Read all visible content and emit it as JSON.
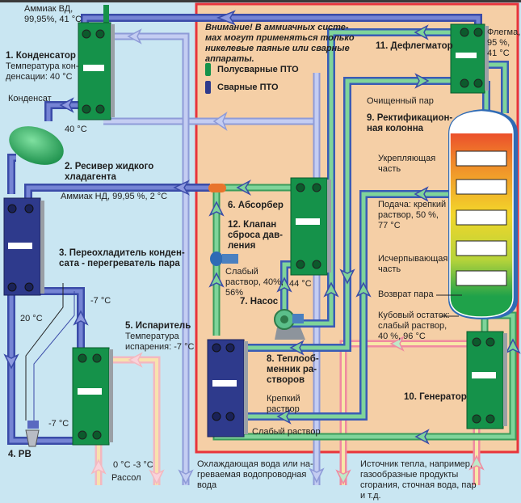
{
  "title": "Абсорбционная холодильная установка с пластинчатыми теплообменниками",
  "colors": {
    "background_outer": "#c9e6f2",
    "background_inner": "#f5cfa6",
    "border_red": "#e8343b",
    "phe_semi_welded": "#15924a",
    "phe_welded": "#2e3a8c",
    "pipe_ammonia": "#4a5bb5",
    "pipe_solution": "#5bbf8a",
    "pipe_water": "#b9c3ea",
    "pipe_heat": "#f6e3a6",
    "pipe_brine": "#f6cfb6",
    "valve_orange": "#e8742c"
  },
  "warning": "Внимание! В аммиачных системах могут применяться только никелевые паяные или сварные аппараты.",
  "warning_lines": [
    "Внимание! В аммиачных систе-",
    "мах могут применяться только",
    "никелевые паяные или сварные",
    "аппараты."
  ],
  "legend": [
    {
      "label": "Полусварные ПТО",
      "icon": "semi-welded-phe-icon"
    },
    {
      "label": "Сварные ПТО",
      "icon": "welded-phe-icon"
    }
  ],
  "components": {
    "c1": {
      "title": "1. Конденсатор",
      "desc": [
        "Температура кон-",
        "денсации: 40 °C"
      ]
    },
    "c2": {
      "title": [
        "2. Ресивер жидкого",
        "хладагента"
      ]
    },
    "c3": {
      "title": [
        "3. Переохладитель конден-",
        "сата - перегреватель пара"
      ]
    },
    "c4": {
      "title": "4. РВ"
    },
    "c5": {
      "title": "5. Испаритель",
      "desc": [
        "Температура",
        "испарения: -7 °C"
      ]
    },
    "c6": {
      "title": "6. Абсорбер"
    },
    "c7": {
      "title": "7. Насос"
    },
    "c8": {
      "title": [
        "8. Теплооб-",
        "менник ра-",
        "створов"
      ]
    },
    "c9": {
      "title": [
        "9. Ректификацион-",
        "ная колонна"
      ]
    },
    "c10": {
      "title": "10. Генератор"
    },
    "c11": {
      "title": "11. Дефлегматор"
    },
    "c12": {
      "title": [
        "12. Клапан",
        "сброса дав-",
        "ления"
      ]
    }
  },
  "annotations": {
    "ammonia_hp": [
      "Аммиак ВД,",
      "99,95%, 41 °C"
    ],
    "condensate": "Конденсат",
    "t_40": "40 °C",
    "ammonia_lp": "Аммиак НД, 99,95 %, 2 °C",
    "t_minus7_top": "-7 °C",
    "t_20": "20 °C",
    "t_minus7_bottom": "-7 °C",
    "brine_temps": "0 °C -3 °C",
    "brine": "Рассол",
    "weak_solution_abs": [
      "Слабый",
      "раствор, 40%,",
      "56%"
    ],
    "t_44": "44 °C",
    "strong_solution": [
      "Крепкий",
      "раствор"
    ],
    "weak_solution": "Слабый раствор",
    "cooling_water": [
      "Охлаждающая вода или на-",
      "греваемая водопроводная",
      "вода"
    ],
    "reflux": [
      "Флегма,",
      "95 %,",
      "41 °C"
    ],
    "purified_vapor": "Очищенный пар",
    "rectifying": [
      "Укрепляющая",
      "часть"
    ],
    "feed": [
      "Подача: крепкий",
      "раствор, 50 %,",
      "77 °C"
    ],
    "stripping": [
      "Исчерпывающая",
      "часть"
    ],
    "vapor_return": "Возврат пара",
    "bottoms": [
      "Кубовый остаток:",
      "слабый раствор,",
      "40 %, 96 °C"
    ],
    "heat_source": [
      "Источник тепла, например,",
      "газообразные продукты",
      "сгорания, сточная вода, пар",
      "и т.д."
    ]
  }
}
